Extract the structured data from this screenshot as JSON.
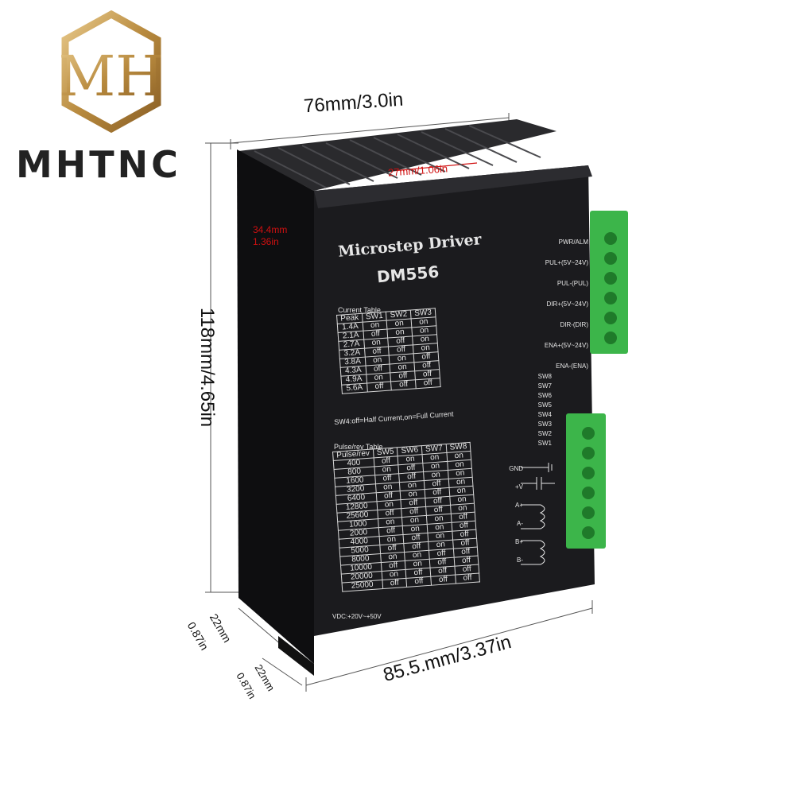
{
  "brand": {
    "name": "MHTNC",
    "logo_letters": "MH"
  },
  "dimensions": {
    "width_top": "76mm/3.0in",
    "hole_spacing": "27mm/1.06in",
    "side_depth_top": [
      "34.4mm",
      "1.36in"
    ],
    "height": "118mm/4.65in",
    "side_depth_bottom": [
      "22mm",
      "0.87in"
    ],
    "foot_depth": [
      "22mm",
      "0.87in"
    ],
    "length": "85.5.mm/3.37in"
  },
  "driver": {
    "title": "Microstep Driver",
    "model": "DM556",
    "current_table": {
      "caption": "Current Table",
      "headers": [
        "Peak",
        "SW1",
        "SW2",
        "SW3"
      ],
      "rows": [
        [
          "1.4A",
          "on",
          "on",
          "on"
        ],
        [
          "2.1A",
          "off",
          "on",
          "on"
        ],
        [
          "2.7A",
          "on",
          "off",
          "on"
        ],
        [
          "3.2A",
          "off",
          "off",
          "on"
        ],
        [
          "3.8A",
          "on",
          "on",
          "off"
        ],
        [
          "4.3A",
          "off",
          "on",
          "off"
        ],
        [
          "4.9A",
          "on",
          "off",
          "off"
        ],
        [
          "5.6A",
          "off",
          "off",
          "off"
        ]
      ]
    },
    "sw4_note": "SW4:off=Half Current,on=Full Current",
    "pulse_table": {
      "caption": "Pulse/rev Table",
      "headers": [
        "Pulse/rev",
        "SW5",
        "SW6",
        "SW7",
        "SW8"
      ],
      "rows": [
        [
          "400",
          "off",
          "on",
          "on",
          "on"
        ],
        [
          "800",
          "on",
          "off",
          "on",
          "on"
        ],
        [
          "1600",
          "off",
          "off",
          "on",
          "on"
        ],
        [
          "3200",
          "on",
          "on",
          "off",
          "on"
        ],
        [
          "6400",
          "off",
          "on",
          "off",
          "on"
        ],
        [
          "12800",
          "on",
          "off",
          "off",
          "on"
        ],
        [
          "25600",
          "off",
          "off",
          "off",
          "on"
        ],
        [
          "1000",
          "on",
          "on",
          "on",
          "off"
        ],
        [
          "2000",
          "off",
          "on",
          "on",
          "off"
        ],
        [
          "4000",
          "on",
          "off",
          "on",
          "off"
        ],
        [
          "5000",
          "off",
          "off",
          "on",
          "off"
        ],
        [
          "8000",
          "on",
          "on",
          "off",
          "off"
        ],
        [
          "10000",
          "off",
          "on",
          "off",
          "off"
        ],
        [
          "20000",
          "on",
          "off",
          "off",
          "off"
        ],
        [
          "25000",
          "off",
          "off",
          "off",
          "off"
        ]
      ]
    },
    "vdc": "VDC:+20V~+50V",
    "signal_labels": [
      "PWR/ALM",
      "PUL+(5V~24V)",
      "PUL-(PUL)",
      "DIR+(5V~24V)",
      "DIR-(DIR)",
      "ENA+(5V~24V)",
      "ENA-(ENA)"
    ],
    "switch_labels": [
      "SW8",
      "SW7",
      "SW6",
      "SW5",
      "SW4",
      "SW3",
      "SW2",
      "SW1"
    ],
    "power_labels": [
      "GND",
      "+V",
      "A+",
      "A-",
      "B+",
      "B-"
    ]
  },
  "colors": {
    "body": "#1a1a1c",
    "terminal": "#3cb54a",
    "dim_red": "#d01010",
    "logo_gold": "#c9a25a"
  }
}
